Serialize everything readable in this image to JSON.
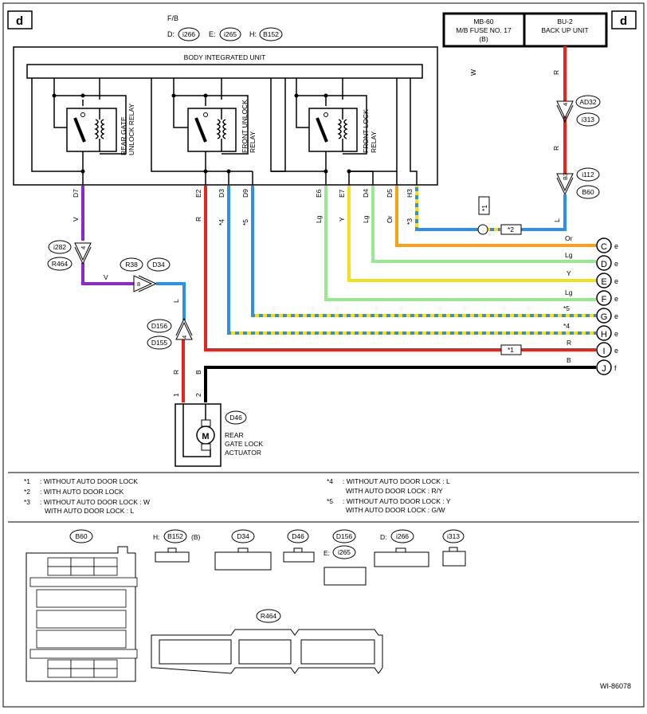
{
  "sheet": {
    "corner_label": "d",
    "figure_id": "WI-86078"
  },
  "header": {
    "fb": "F/B",
    "d_prefix": "D:",
    "d_conn": "i266",
    "e_prefix": "E:",
    "e_conn": "i265",
    "h_prefix": "H:",
    "h_conn": "B152"
  },
  "fuse": {
    "left_l1": "MB-60",
    "left_l2": "M/B FUSE NO. 17",
    "left_l3": "(B)",
    "right_l1": "BU-2",
    "right_l2": "BACK UP UNIT"
  },
  "biu": {
    "title": "BODY INTEGRATED UNIT"
  },
  "relays": [
    {
      "line1": "REAR GATE",
      "line2": "UNLOCK RELAY"
    },
    {
      "line1": "FRONT UNLOCK",
      "line2": "RELAY"
    },
    {
      "line1": "FRONT LOCK",
      "line2": "RELAY"
    }
  ],
  "pins": {
    "d7": "D7",
    "e2": "E2",
    "d3": "D3",
    "d9": "D9",
    "e6": "E6",
    "e7": "E7",
    "d4": "D4",
    "d5": "D5",
    "h3": "H3"
  },
  "wire_colors": {
    "v": "V",
    "r": "R",
    "lg": "Lg",
    "y": "Y",
    "or": "Or",
    "l": "L",
    "b": "B",
    "w": "W"
  },
  "stars": {
    "s1": "*1",
    "s2": "*2",
    "s3": "*3",
    "s4": "*4",
    "s5": "*5"
  },
  "connectors": {
    "ad32": "AD32",
    "i313": "i313",
    "pin_ad32": "4",
    "i112": "i112",
    "b60": "B60",
    "pin_i112": "B3",
    "i282": "i282",
    "r464": "R464",
    "pin_i282": "4",
    "r38": "R38",
    "d34": "D34",
    "pin_r38": "8",
    "d156": "D156",
    "d155": "D155",
    "pin_d156": "4"
  },
  "terminals": [
    {
      "letter": "C",
      "suffix": "e"
    },
    {
      "letter": "D",
      "suffix": "e"
    },
    {
      "letter": "E",
      "suffix": "e"
    },
    {
      "letter": "F",
      "suffix": "e"
    },
    {
      "letter": "G",
      "suffix": "e"
    },
    {
      "letter": "H",
      "suffix": "e"
    },
    {
      "letter": "I",
      "suffix": "e"
    },
    {
      "letter": "J",
      "suffix": "f"
    }
  ],
  "actuator": {
    "conn": "D46",
    "line1": "REAR",
    "line2": "GATE LOCK",
    "line3": "ACTUATOR",
    "motor": "M",
    "pin1": "1",
    "pin2": "2"
  },
  "notes": [
    {
      "mark": "*1",
      "text": ": WITHOUT AUTO DOOR LOCK"
    },
    {
      "mark": "*2",
      "text": ": WITH AUTO DOOR LOCK"
    },
    {
      "mark": "*3",
      "text": ": WITHOUT AUTO DOOR LOCK : W",
      "text2": "WITH AUTO DOOR LOCK : L"
    },
    {
      "mark": "*4",
      "text": ": WITHOUT AUTO DOOR LOCK : L",
      "text2": "WITH AUTO DOOR LOCK : R/Y"
    },
    {
      "mark": "*5",
      "text": ": WITHOUT AUTO DOOR LOCK : Y",
      "text2": "WITH AUTO DOOR LOCK : G/W"
    }
  ],
  "connector_views": {
    "b60": "B60",
    "b152_prefix": "H:",
    "b152": "B152",
    "b152_suffix": "(B)",
    "d34": "D34",
    "d46": "D46",
    "d156": "D156",
    "i265_prefix": "E:",
    "i265": "i265",
    "i266_prefix": "D:",
    "i266": "i266",
    "i313": "i313",
    "r464": "R464"
  },
  "colors": {
    "red": "#e8241c",
    "violet": "#8a2bc9",
    "blue": "#2f8fe0",
    "orange": "#f5a21a",
    "yellow": "#f0e020",
    "lightgreen": "#98e890",
    "black": "#000000"
  }
}
